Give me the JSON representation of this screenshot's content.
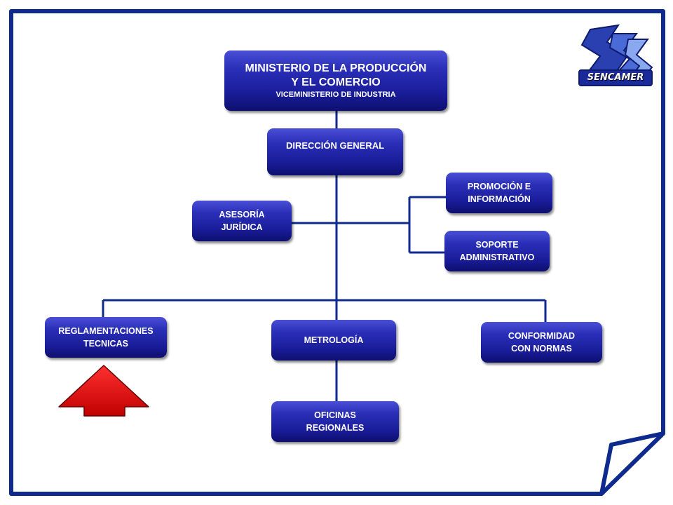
{
  "org_chart": {
    "ministerio": {
      "line1": "MINISTERIO DE LA PRODUCCIÓN",
      "line2": "Y EL COMERCIO",
      "line3": "VICEMINISTERIO DE INDUSTRIA"
    },
    "direccion_general": {
      "label": "DIRECCIÓN GENERAL"
    },
    "asesoria_juridica": {
      "line1": "ASESORÍA",
      "line2": "JURÍDICA"
    },
    "promocion": {
      "line1": "PROMOCIÓN E",
      "line2": "INFORMACIÓN"
    },
    "soporte": {
      "line1": "SOPORTE",
      "line2": "ADMINISTRATIVO"
    },
    "reglamentaciones": {
      "line1": "REGLAMENTACIONES",
      "line2": "TECNICAS"
    },
    "metrologia": {
      "label": "METROLOGÍA"
    },
    "conformidad": {
      "line1": "CONFORMIDAD",
      "line2": "CON NORMAS"
    },
    "oficinas": {
      "line1": "OFICINAS",
      "line2": "REGIONALES"
    }
  },
  "logo": {
    "text": "SENCAMER"
  },
  "colors": {
    "frame": "#0d2a8c",
    "box": "#1a1d9a",
    "connector": "#0d2a8c",
    "arrow": "#e00000"
  },
  "icons": [
    "up-arrow-icon",
    "sencamer-logo-icon",
    "page-curl-icon"
  ]
}
